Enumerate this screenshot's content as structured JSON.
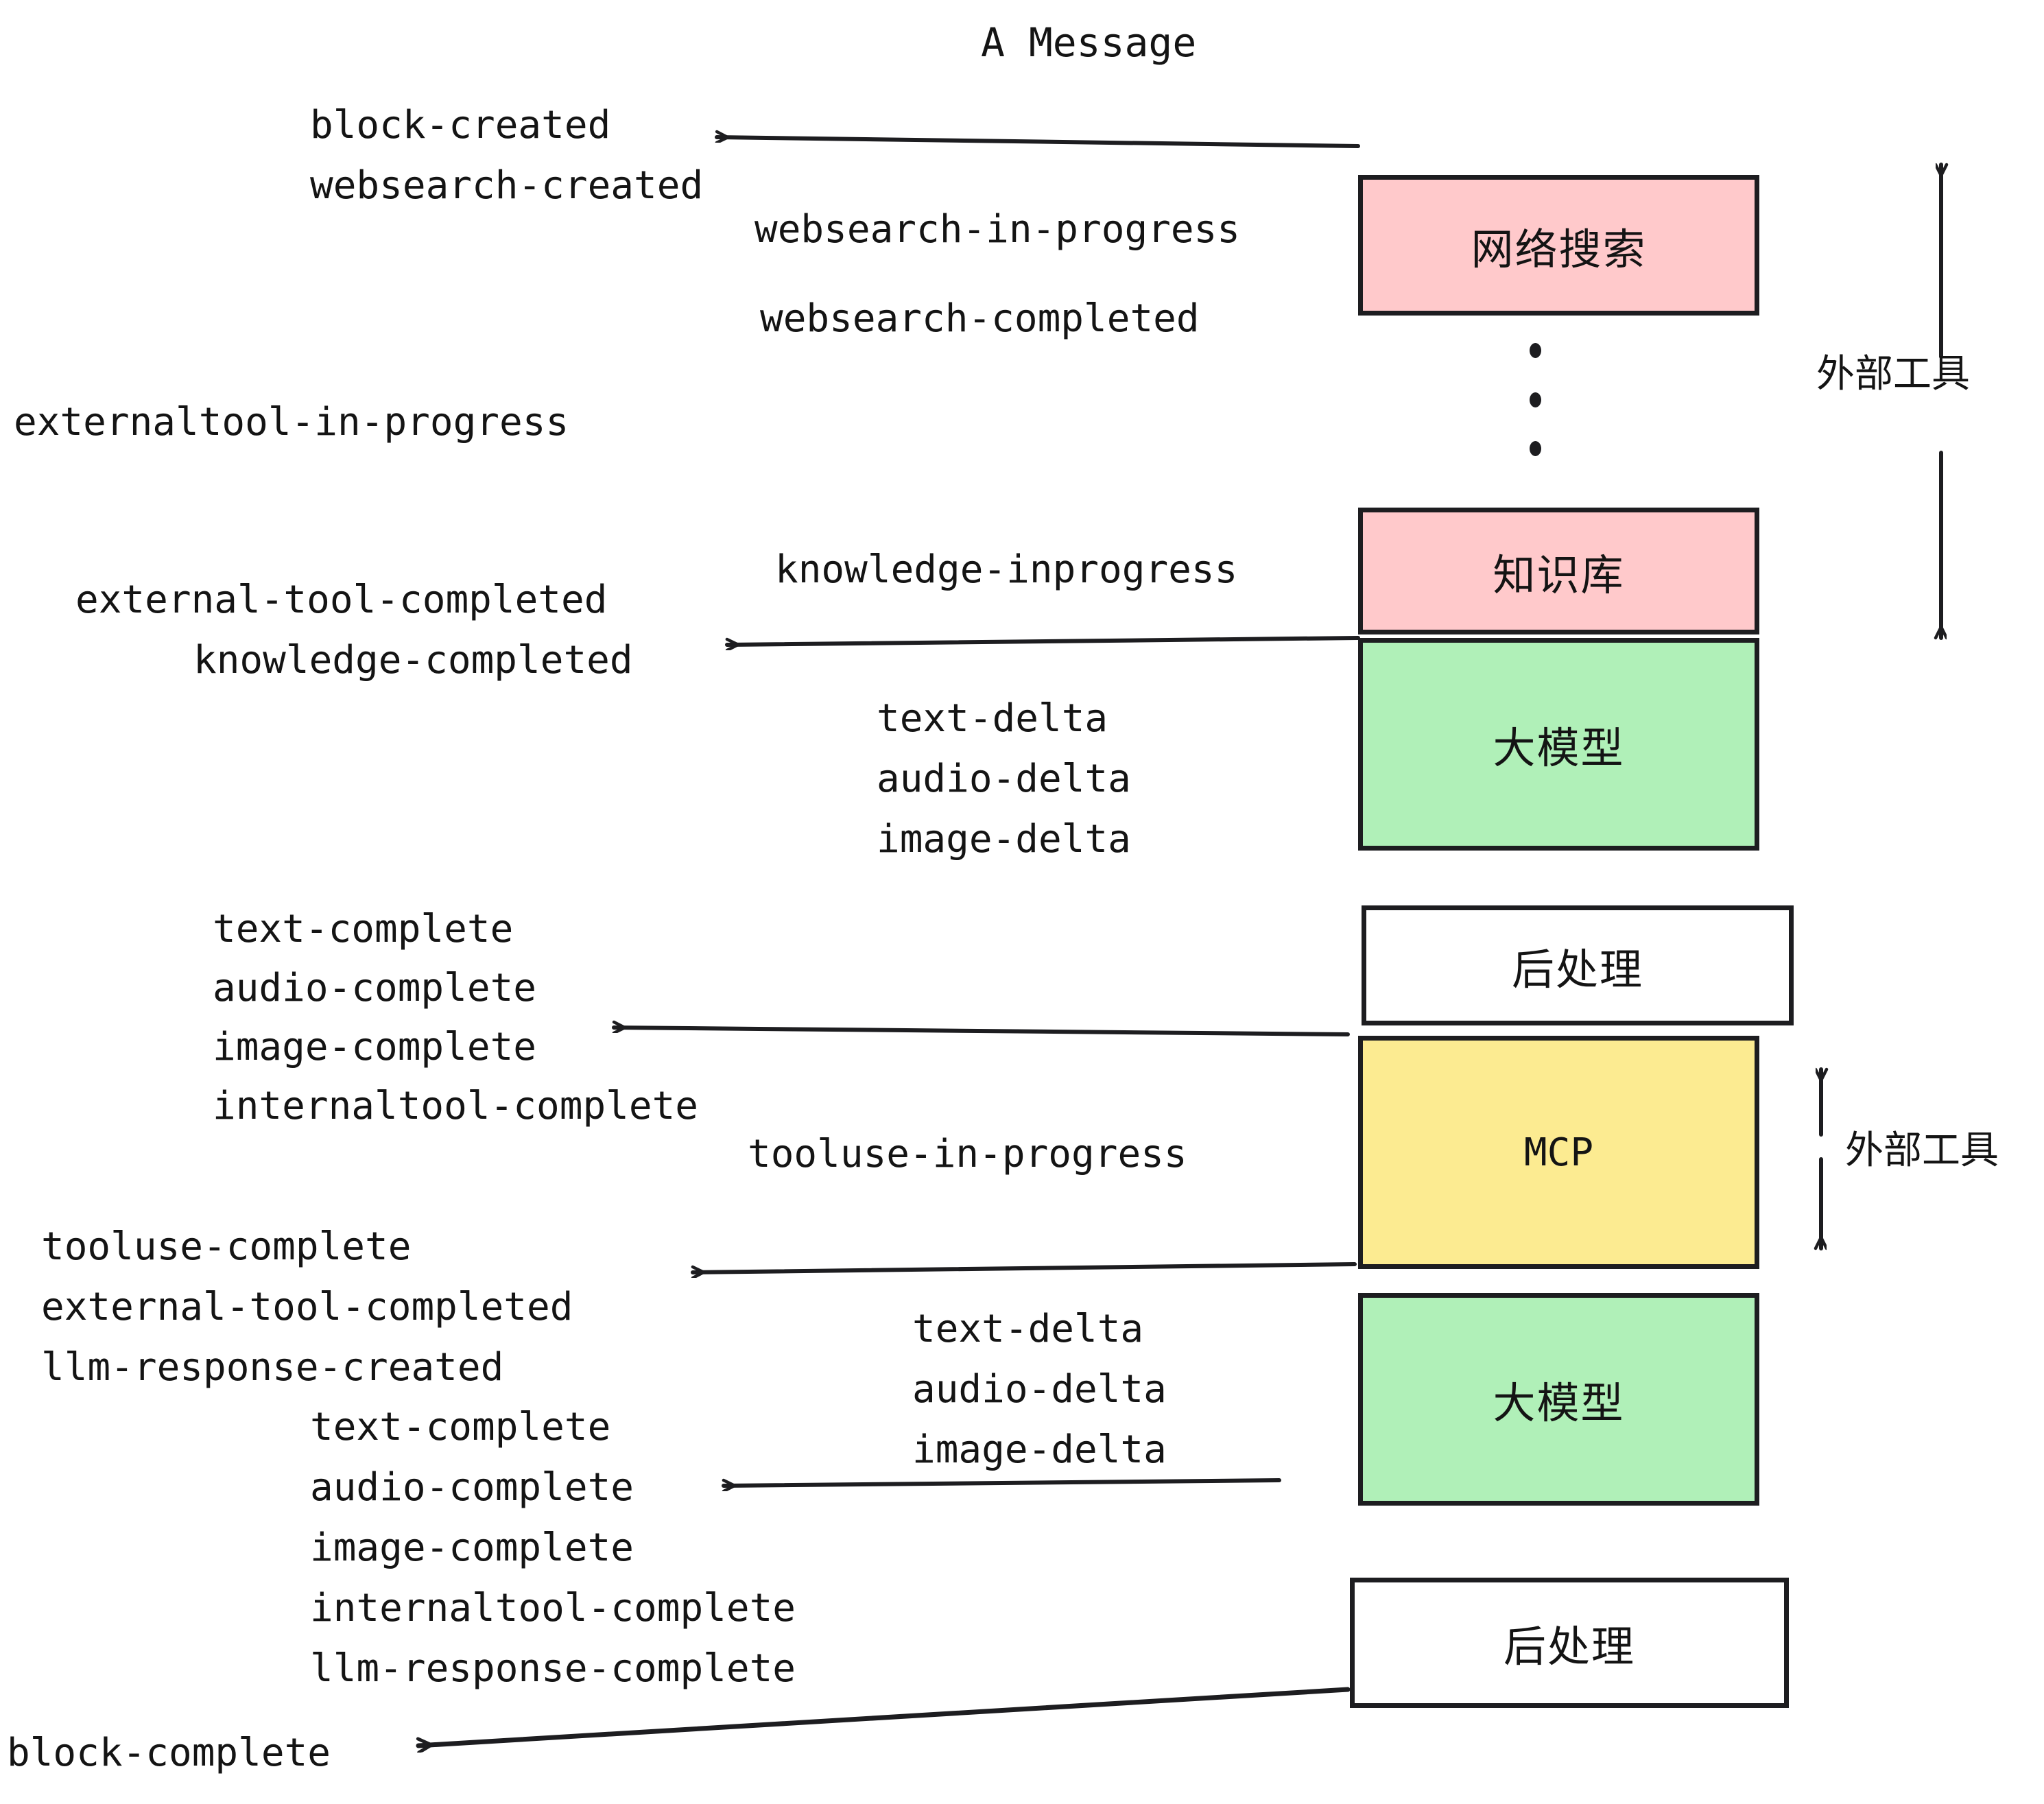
{
  "title": "A Message",
  "palette": {
    "pink": "#ffc9cb",
    "green": "#b0f0b8",
    "yellow": "#fceb91",
    "white": "#ffffff",
    "stroke": "#1d1d20",
    "text": "#141414"
  },
  "boxes": [
    {
      "id": "websearch",
      "label": "网络搜索",
      "color": "pink"
    },
    {
      "id": "knowledge",
      "label": "知识库",
      "color": "pink"
    },
    {
      "id": "llm-top",
      "label": "大模型",
      "color": "green"
    },
    {
      "id": "post-top",
      "label": "后处理",
      "color": "white"
    },
    {
      "id": "mcp",
      "label": "MCP",
      "color": "yellow"
    },
    {
      "id": "llm-bottom",
      "label": "大模型",
      "color": "green"
    },
    {
      "id": "post-bottom",
      "label": "后处理",
      "color": "white"
    }
  ],
  "group_labels": [
    {
      "id": "external-tools-top",
      "label": "外部工具"
    },
    {
      "id": "external-tools-bottom",
      "label": "外部工具"
    }
  ],
  "events": {
    "block_created": "block-created",
    "websearch_created": "websearch-created",
    "websearch_in_progress": "websearch-in-progress",
    "websearch_completed": "websearch-completed",
    "externaltool_in_progress": "externaltool-in-progress",
    "knowledge_inprogress": "knowledge-inprogress",
    "external_tool_completed_1": "external-tool-completed",
    "knowledge_completed": "knowledge-completed",
    "text_delta_1": "text-delta",
    "audio_delta_1": "audio-delta",
    "image_delta_1": "image-delta",
    "text_complete_1": "text-complete",
    "audio_complete_1": "audio-complete",
    "image_complete_1": "image-complete",
    "internaltool_complete_1": "internaltool-complete",
    "tooluse_in_progress": "tooluse-in-progress",
    "tooluse_complete": "tooluse-complete",
    "external_tool_completed_2": "external-tool-completed",
    "llm_response_created": "llm-response-created",
    "text_delta_2": "text-delta",
    "audio_delta_2": "audio-delta",
    "image_delta_2": "image-delta",
    "text_complete_2": "text-complete",
    "audio_complete_2": "audio-complete",
    "image_complete_2": "image-complete",
    "internaltool_complete_2": "internaltool-complete",
    "llm_response_complete": "llm-response-complete",
    "block_complete": "block-complete"
  }
}
